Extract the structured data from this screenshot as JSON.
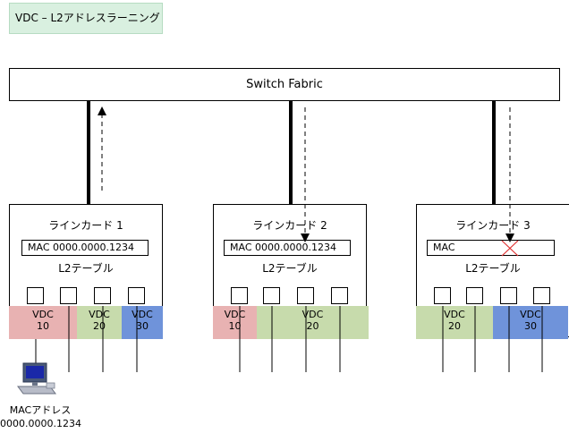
{
  "title": "VDC – L2アドレスラーニング",
  "fabric_label": "Switch Fabric",
  "cards": [
    {
      "title": "ラインカード 1",
      "mac_entry": "MAC 0000.0000.1234",
      "table_label": "L2テーブル",
      "segments": [
        {
          "label": "VDC\n10",
          "color": "pink"
        },
        {
          "label": "VDC\n20",
          "color": "green"
        },
        {
          "label": "VDC\n30",
          "color": "blue"
        }
      ]
    },
    {
      "title": "ラインカード 2",
      "mac_entry": "MAC 0000.0000.1234",
      "table_label": "L2テーブル",
      "segments": [
        {
          "label": "VDC\n10",
          "color": "pink"
        },
        {
          "label": "VDC\n20",
          "color": "green"
        }
      ]
    },
    {
      "title": "ラインカード 3",
      "mac_entry": "MAC",
      "table_label": "L2テーブル",
      "segments": [
        {
          "label": "VDC\n20",
          "color": "green"
        },
        {
          "label": "VDC\n30",
          "color": "blue"
        }
      ]
    }
  ],
  "host": {
    "caption_line1": "MACアドレス",
    "caption_line2": "0000.0000.1234",
    "icon": "computer-icon"
  },
  "colors": {
    "vdc10": "#e8b2b2",
    "vdc20": "#c7dbac",
    "vdc30": "#6f93da",
    "title_bg": "#d9f0e0",
    "cross": "#e03030"
  }
}
